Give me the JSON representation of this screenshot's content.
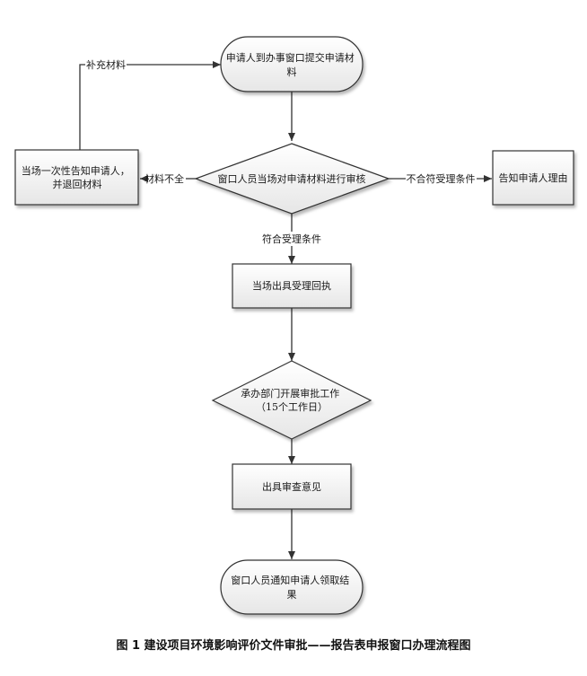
{
  "nodes": {
    "submit": {
      "lines": [
        "申请人到办事窗口提交申请材",
        "料"
      ]
    },
    "review": {
      "lines": [
        "窗口人员当场对申请材料进行审核"
      ]
    },
    "notify_once": {
      "lines": [
        "当场一次性告知申请人，",
        "并退回材料"
      ]
    },
    "reason": {
      "lines": [
        "告知申请人理由"
      ]
    },
    "receipt": {
      "lines": [
        "当场出具受理回执"
      ]
    },
    "approval": {
      "lines": [
        "承办部门开展审批工作",
        "（15个工作日）"
      ]
    },
    "opinion": {
      "lines": [
        "出具审查意见"
      ]
    },
    "result": {
      "lines": [
        "窗口人员通知申请人领取结",
        "果"
      ]
    }
  },
  "edges": {
    "supplement": "补充材料",
    "incomplete": "材料不全",
    "not_meet": "不合符受理条件",
    "meet": "符合受理条件"
  },
  "caption": "图 1 建设项目环境影响评价文件审批——报告表申报窗口办理流程图"
}
